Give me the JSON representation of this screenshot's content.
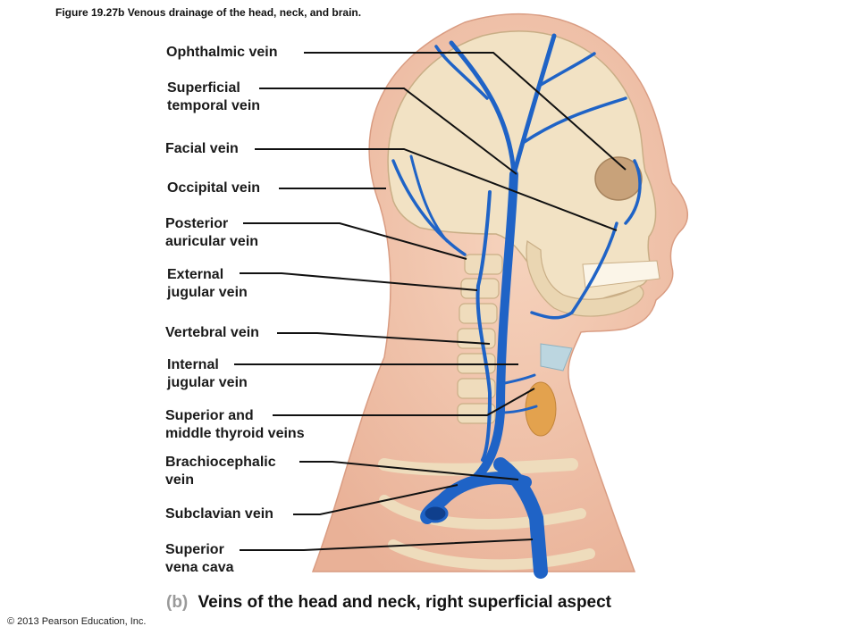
{
  "figure_title": "Figure 19.27b  Venous drainage of the head, neck, and brain.",
  "labels": [
    {
      "id": "ophthalmic",
      "line1": "Ophthalmic vein",
      "line2": ""
    },
    {
      "id": "superficial-temporal",
      "line1": "Superficial",
      "line2": "temporal vein"
    },
    {
      "id": "facial",
      "line1": "Facial vein",
      "line2": ""
    },
    {
      "id": "occipital",
      "line1": "Occipital vein",
      "line2": ""
    },
    {
      "id": "posterior-auricular",
      "line1": "Posterior",
      "line2": "auricular vein"
    },
    {
      "id": "external-jugular",
      "line1": "External",
      "line2": "jugular vein"
    },
    {
      "id": "vertebral",
      "line1": "Vertebral vein",
      "line2": ""
    },
    {
      "id": "internal-jugular",
      "line1": "Internal",
      "line2": "jugular vein"
    },
    {
      "id": "thyroid",
      "line1": "Superior and",
      "line2": "middle thyroid veins"
    },
    {
      "id": "brachiocephalic",
      "line1": "Brachiocephalic",
      "line2": "vein"
    },
    {
      "id": "subclavian",
      "line1": "Subclavian vein",
      "line2": ""
    },
    {
      "id": "svc",
      "line1": "Superior",
      "line2": "vena cava"
    }
  ],
  "caption": {
    "tag": "(b)",
    "text": "Veins of the head and neck, right superficial aspect"
  },
  "copyright": "© 2013 Pearson Education, Inc.",
  "colors": {
    "vein": "#1f63c6",
    "vein_light": "#5b93de",
    "skin": "#f1c4ab",
    "bone": "#f2e2c4",
    "thyroid": "#e3a24e",
    "leader": "#111111"
  }
}
